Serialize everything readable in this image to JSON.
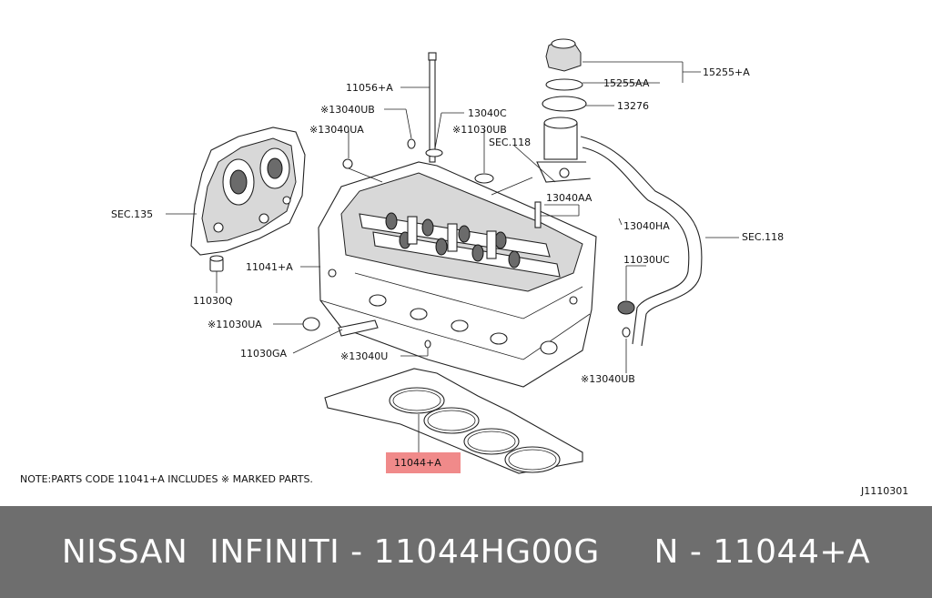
{
  "labels": {
    "l_11056a": "11056+A",
    "l_13040ub_top": "※13040UB",
    "l_13040ua_top": "※13040UA",
    "l_13040c": "13040C",
    "l_11030ub": "※11030UB",
    "l_sec118_top": "SEC.118",
    "l_15255a": "15255+A",
    "l_15255aa": "15255AA",
    "l_13276": "13276",
    "l_13040aa": "13040AA",
    "l_13040ha": "13040HA",
    "l_sec118_right": "SEC.118",
    "l_sec135": "SEC.135",
    "l_11041a": "11041+A",
    "l_11030q": "11030Q",
    "l_11030uc": "11030UC",
    "l_11030ua": "※11030UA",
    "l_11030ga": "11030GA",
    "l_13040u": "※13040U",
    "l_13040ub_bottom": "※13040UB",
    "l_11044a": "11044+A"
  },
  "note": "NOTE:PARTS CODE 11041+A INCLUDES ※ MARKED PARTS.",
  "diagram_code": "J1110301",
  "highlight_color": "#f08a8a",
  "footer_text": "NISSAN  INFINITI - 11044HG00G     N - 11044+A"
}
